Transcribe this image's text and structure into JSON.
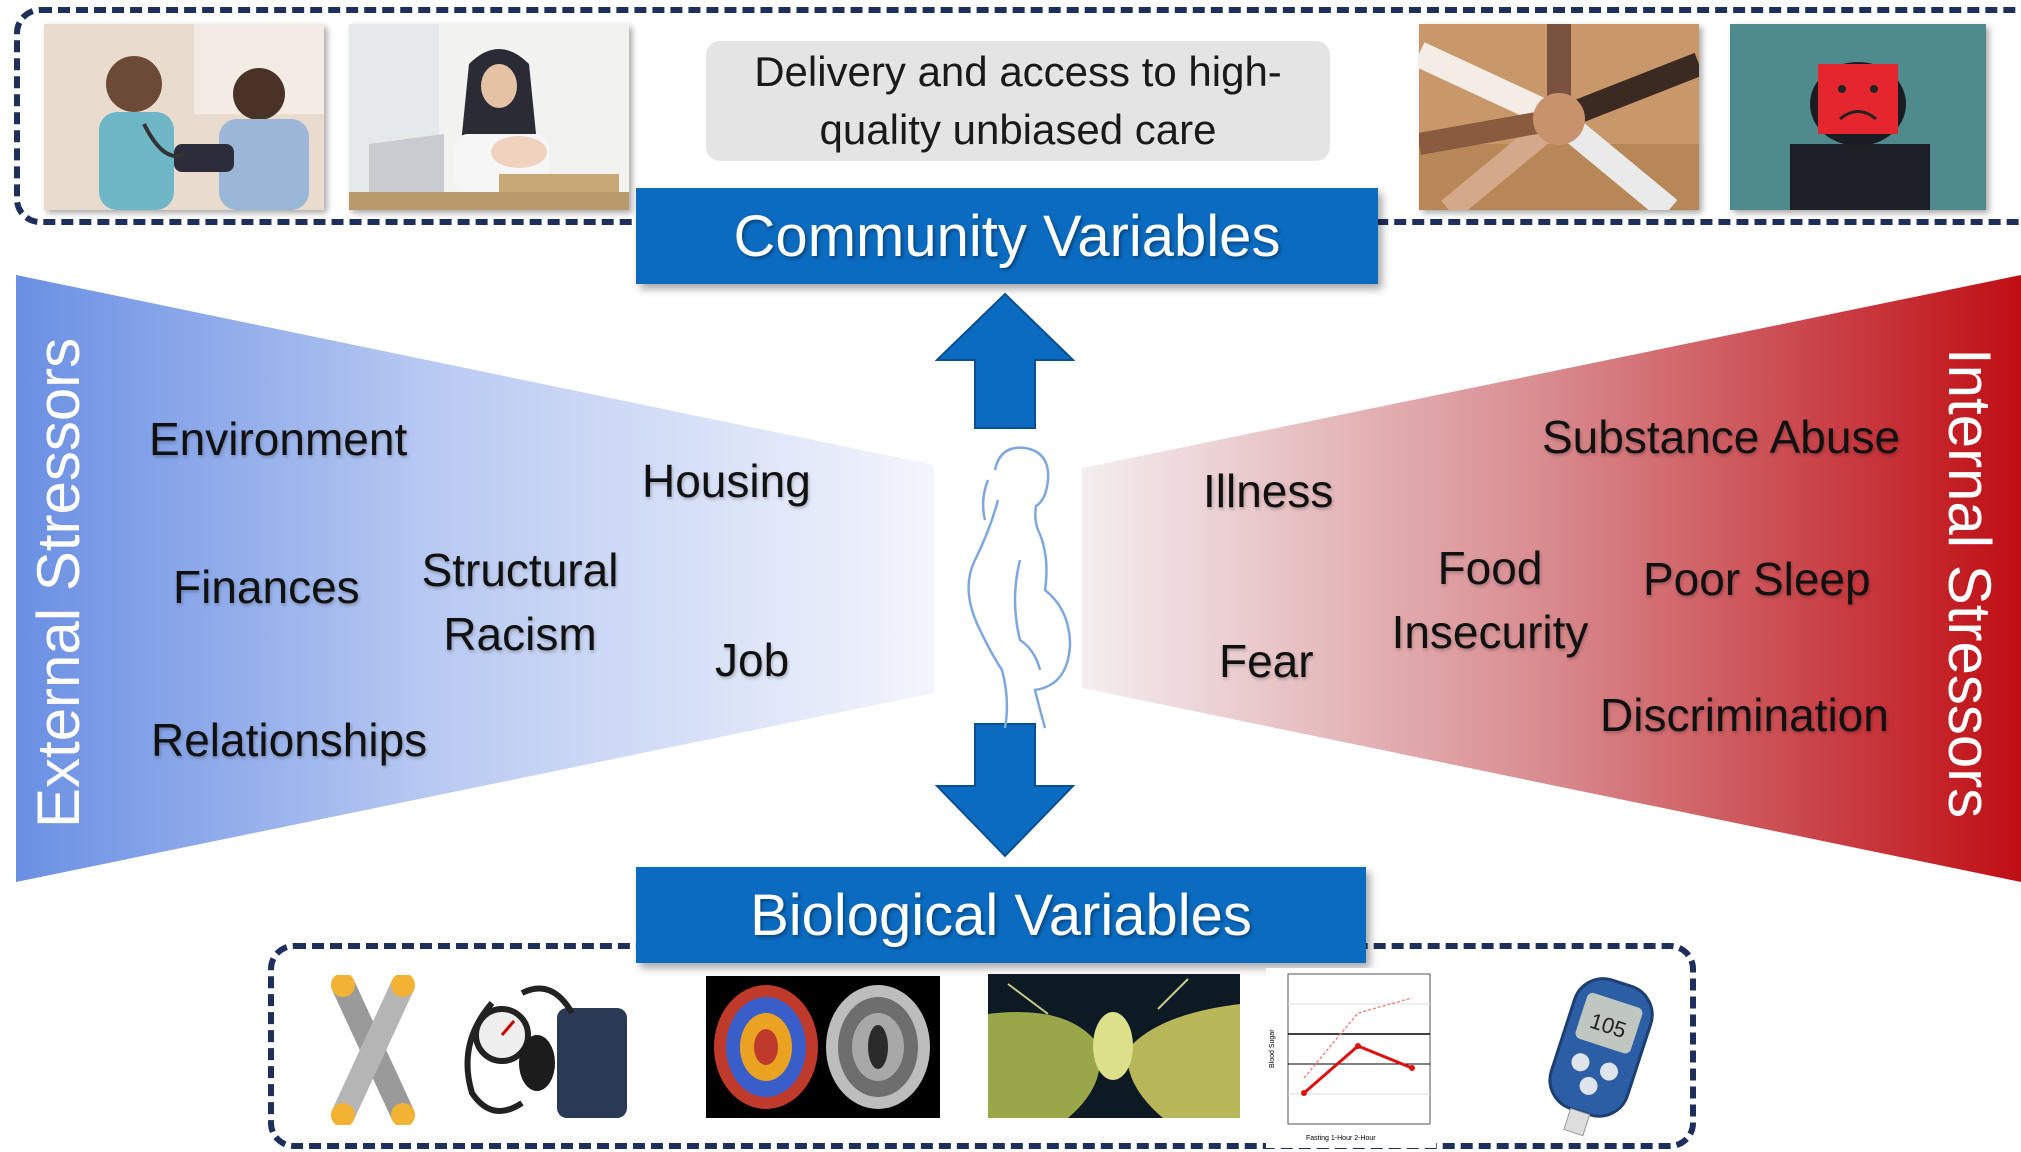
{
  "header": {
    "callout_line1": "Delivery and access to high-",
    "callout_line2": "quality unbiased care"
  },
  "banners": {
    "community": "Community Variables",
    "biological": "Biological Variables"
  },
  "external": {
    "label": "External Stressors",
    "items": {
      "environment": "Environment",
      "housing": "Housing",
      "finances": "Finances",
      "structural_line1": "Structural",
      "structural_line2": "Racism",
      "job": "Job",
      "relationships": "Relationships"
    }
  },
  "internal": {
    "label": "Internal Stressors",
    "items": {
      "substance": "Substance Abuse",
      "illness": "Illness",
      "food_line1": "Food",
      "food_line2": "Insecurity",
      "sleep": "Poor Sleep",
      "fear": "Fear",
      "discrimination": "Discrimination"
    }
  },
  "colors": {
    "banner": "#0b6bc0",
    "dash": "#1f2f5c",
    "external": "#5f84e0",
    "internal": "#b90f14"
  },
  "icons": [
    "nurse-blood-pressure-photo",
    "mother-baby-laptop-photo",
    "stacked-hands-photo",
    "sad-face-sign-photo",
    "chromosome-image",
    "sphygmomanometer-image",
    "brain-scan-image",
    "neuron-synapse-image",
    "blood-sugar-chart-image",
    "glucose-meter-image",
    "pregnant-woman-outline-icon",
    "up-arrow-icon",
    "down-arrow-icon"
  ],
  "glucose_meter": {
    "reading": "105"
  },
  "mini_chart": {
    "ylabel": "Blood Sugar",
    "xlabel": "Fasting 1-Hour 2-Hour"
  }
}
